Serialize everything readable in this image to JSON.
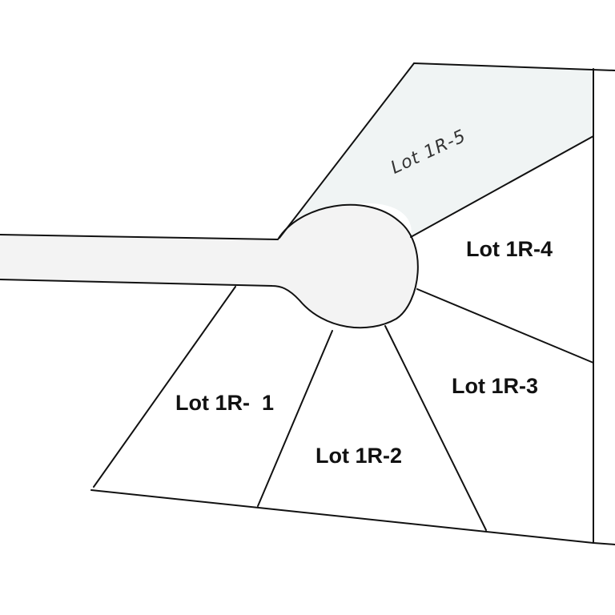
{
  "colors": {
    "line": "#111111",
    "lot_5_fill": "#f0f4f4",
    "road_fill": "#f3f3f3",
    "background": "#ffffff"
  },
  "lots": [
    {
      "id": "lot-1r-1",
      "label": "Lot 1R-  1"
    },
    {
      "id": "lot-1r-2",
      "label": "Lot 1R-2"
    },
    {
      "id": "lot-1r-3",
      "label": "Lot 1R-3"
    },
    {
      "id": "lot-1r-4",
      "label": "Lot 1R-4"
    },
    {
      "id": "lot-1r-5",
      "label": "Lot 1R-5"
    }
  ]
}
